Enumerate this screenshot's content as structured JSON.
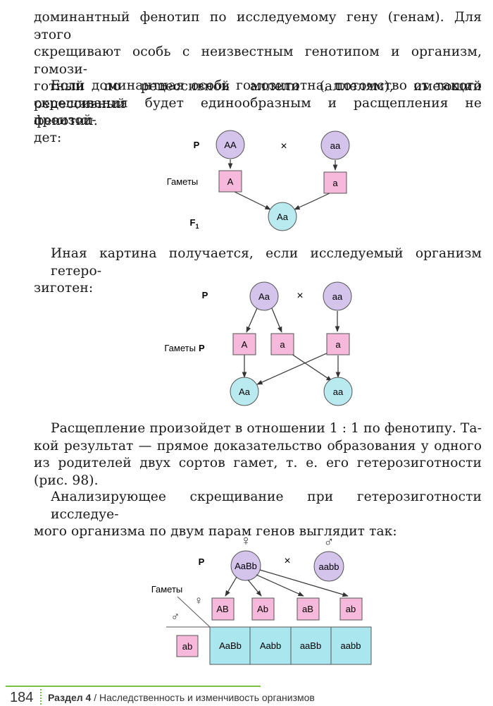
{
  "text": {
    "p1": [
      "доминантный фенотип по исследуемому гену (генам). Для этого",
      "скрещивают особь с неизвестным генотипом и организм, гомози-",
      "готный по рецессивной аллели (аллелям), имеющий рецессивный",
      "фенотип."
    ],
    "p2": [
      "Если доминантная особь гомозиготна, потомство от такого",
      "скрещивания будет единообразным и расщепления не произой-",
      "дет:"
    ],
    "p3": [
      "Иная картина получается, если исследуемый организм гетеро-",
      "зиготен:"
    ],
    "p4": [
      "Расщепление произойдет в отношении 1 : 1 по фенотипу. Та-",
      "кой результат — прямое доказательство образования у одного",
      "из родителей двух сортов гамет, т. е. его гетерозиготности",
      "(рис. 98)."
    ],
    "p5": [
      "Анализирующее скрещивание при гетерозиготности исследуе-",
      "мого организма по двум парам генов выглядит так:"
    ]
  },
  "diagram1": {
    "p_label": "P",
    "gametes_label": "Гаметы",
    "f1_label": "F",
    "f1_sub": "1",
    "cross_sign": "×",
    "parent1": "AA",
    "parent2": "aa",
    "gamete1": "A",
    "gamete2": "a",
    "offspring": "Aa"
  },
  "diagram2": {
    "p_label": "P",
    "gametes_label": "Гаметы",
    "gametes_p": "P",
    "cross_sign": "×",
    "parent1": "Aa",
    "parent2": "aa",
    "gametes": [
      "A",
      "a",
      "a"
    ],
    "offspring": [
      "Aa",
      "aa"
    ]
  },
  "diagram3": {
    "p_label": "P",
    "gametes_label": "Гаметы",
    "cross_sign": "×",
    "female_symbol": "♀",
    "male_symbol": "♂",
    "parent1": "AaBb",
    "parent2": "aabb",
    "female_gametes": [
      "AB",
      "Ab",
      "aB",
      "ab"
    ],
    "male_gamete": "ab",
    "offspring": [
      "AaBb",
      "Aabb",
      "aaBb",
      "aabb"
    ]
  },
  "footer": {
    "page_number": "184",
    "section": "Раздел 4",
    "separator": " / ",
    "title": "Наследственность и изменчивость организмов"
  },
  "colors": {
    "circle_purple": "#d4c4ec",
    "circle_cyan": "#b8eaf0",
    "square_pink": "#f6b9db",
    "table_cyan": "#a9e6ee",
    "accent_green": "#7ac143"
  }
}
